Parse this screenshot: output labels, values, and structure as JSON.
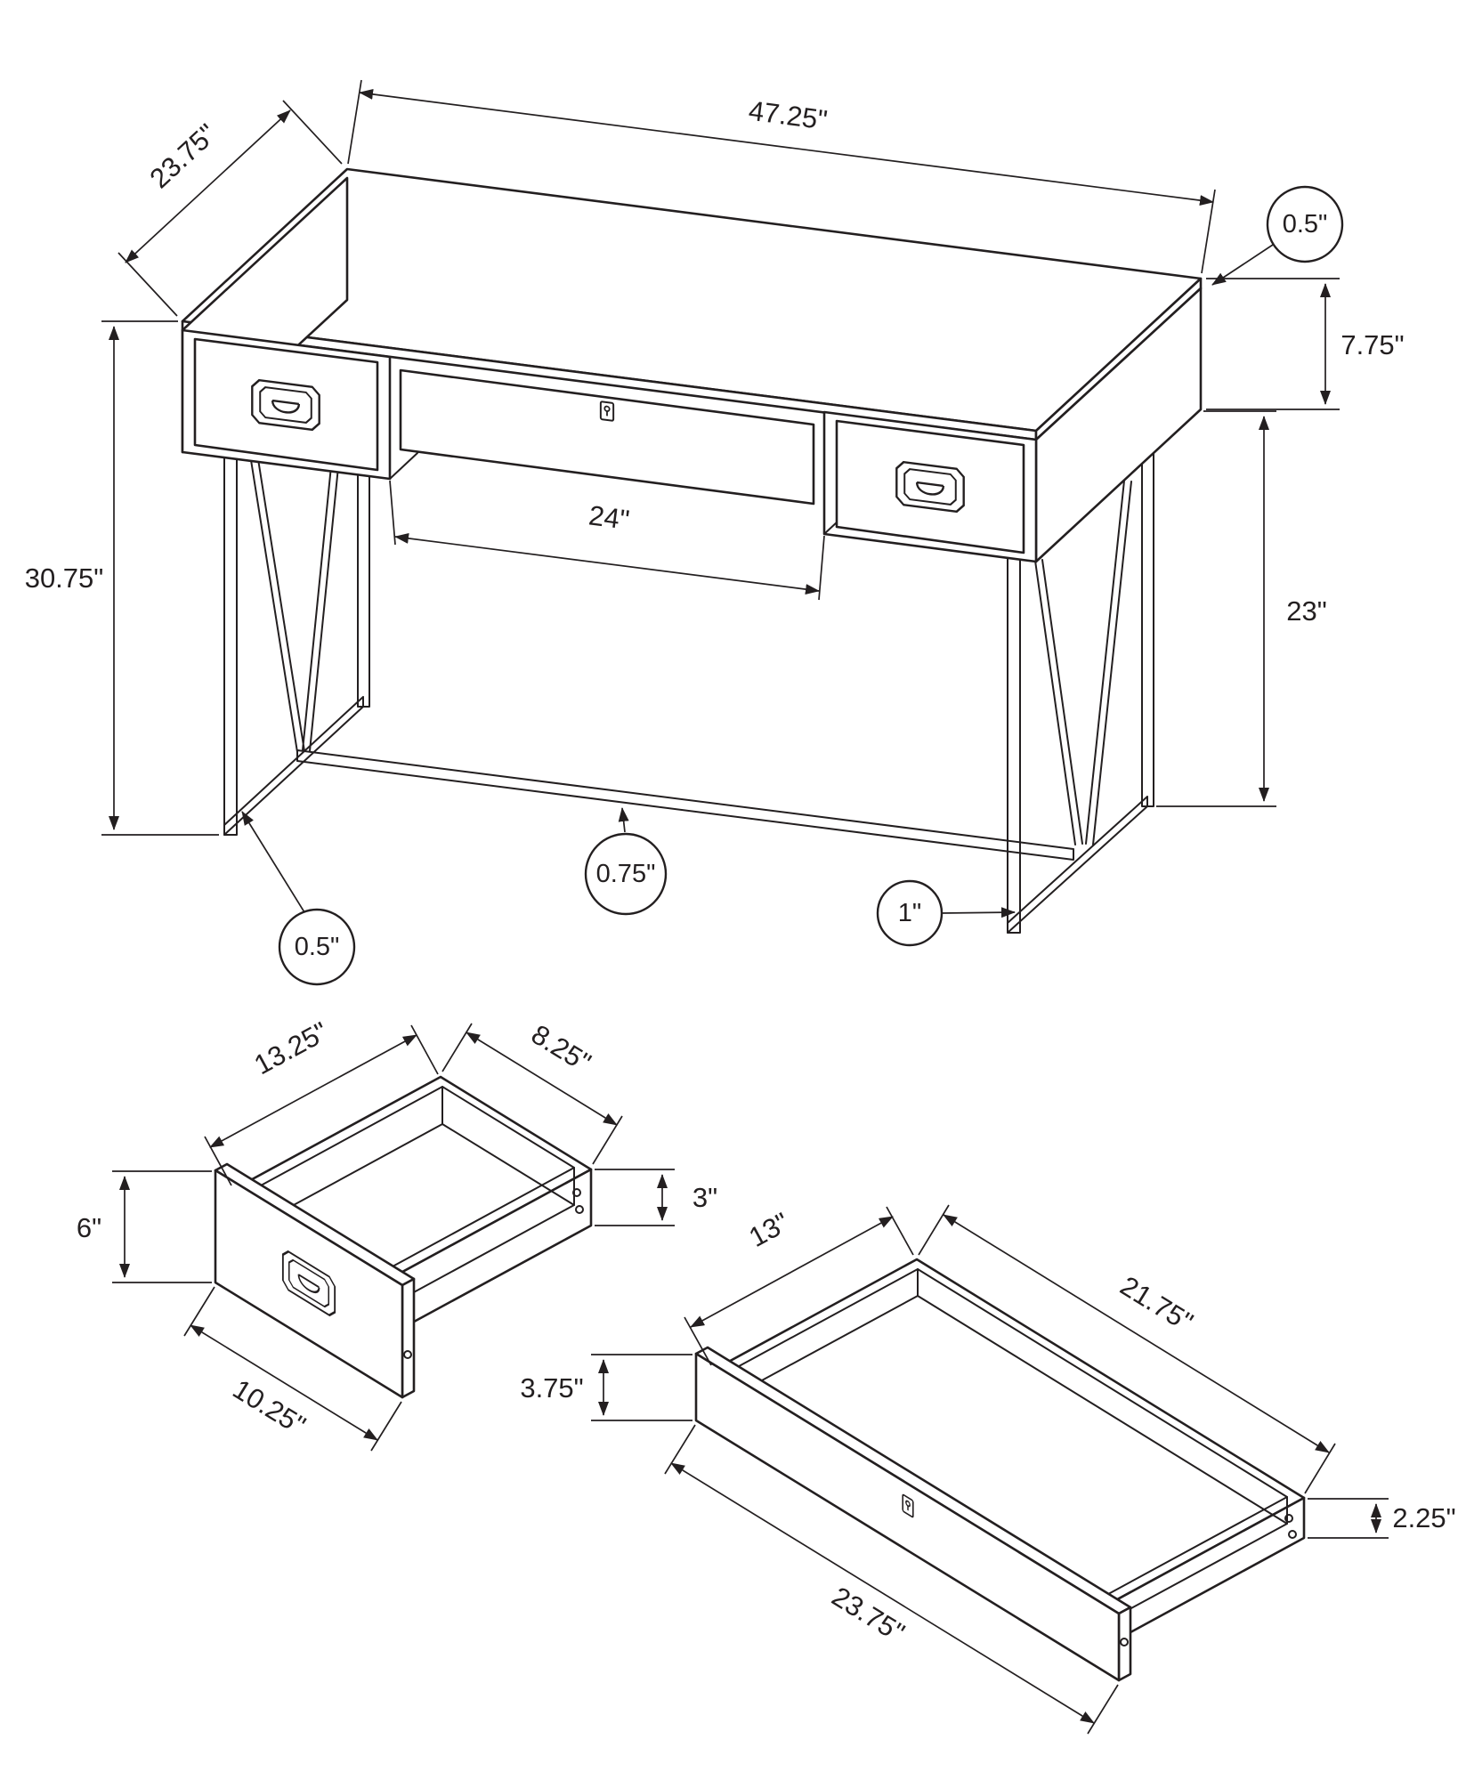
{
  "figure": {
    "background": "#ffffff",
    "line_color": "#231f20",
    "type": "furniture-dimension-diagram"
  },
  "desk": {
    "dims": {
      "top_width": "47.25\"",
      "top_depth": "23.75\"",
      "top_thickness": "0.5\"",
      "apron_height": "7.75\"",
      "total_height": "30.75\"",
      "knee_clearance_width": "24\"",
      "leg_height": "23\"",
      "stretcher_thickness": "0.75\"",
      "foot_tube_width": "1\"",
      "leg_tube_thickness": "0.5\""
    }
  },
  "small_drawer": {
    "dims": {
      "depth": "13.25\"",
      "inner_width": "8.25\"",
      "face_height": "6\"",
      "box_height": "3\"",
      "face_width": "10.25\""
    }
  },
  "large_drawer": {
    "dims": {
      "depth": "13\"",
      "inner_width": "21.75\"",
      "face_height": "3.75\"",
      "box_height": "2.25\"",
      "face_width": "23.75\""
    }
  }
}
